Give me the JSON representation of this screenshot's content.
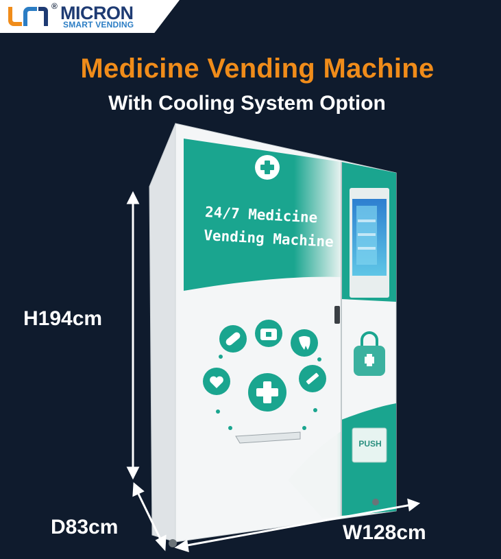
{
  "brand": {
    "name": "MICRON",
    "tagline": "SMART VENDING",
    "registered_mark": "®",
    "colors": {
      "navy": "#1e3b73",
      "blue": "#2b7dc4",
      "orange": "#f08c1a"
    }
  },
  "headline": {
    "title": "Medicine Vending Machine",
    "subtitle": "With Cooling System Option",
    "title_color": "#f08c1a"
  },
  "machine": {
    "panel_text_line1": "24/7 Medicine",
    "panel_text_line2": "Vending Machine",
    "push_label": "PUSH",
    "accent_color": "#1aa58f",
    "icons": [
      "plus-icon",
      "pill-icon",
      "first-aid-kit-icon",
      "tooth-icon",
      "heart-icon",
      "syringe-icon",
      "medical-bag-icon"
    ]
  },
  "dimensions": {
    "height": "H194cm",
    "depth": "D83cm",
    "width": "W128cm"
  },
  "background_color": "#0f1b2d"
}
